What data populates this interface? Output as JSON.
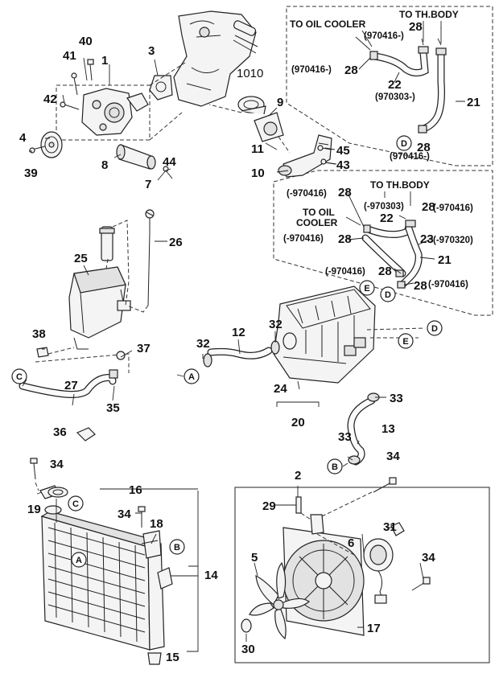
{
  "diagram": {
    "engine_label": "1010",
    "oil_cooler_notes": [
      "TO OIL COOLER",
      "TO OIL\nCOOLER"
    ],
    "throttle_notes": [
      "TO TH.BODY",
      "TO TH.BODY"
    ],
    "date_codes": {
      "c970416_a": "(970416-)",
      "c970416_b": "(970416-)",
      "c970303": "(970303-)",
      "c970416_c": "(970416-)",
      "d970416_a": "(-970416)",
      "d970303": "(-970303)",
      "d970416_b": "(-970416)",
      "d970416_c": "(-970416)",
      "d970416_d": "(-970416)",
      "d970320": "(-970320)",
      "d970416_e": "(-970416)"
    },
    "refs": {
      "A": "A",
      "B": "B",
      "C": "C",
      "D": "D",
      "E": "E"
    },
    "parts": {
      "p1": "1",
      "p2": "2",
      "p3": "3",
      "p4": "4",
      "p5": "5",
      "p6": "6",
      "p7": "7",
      "p8": "8",
      "p9": "9",
      "p10": "10",
      "p11": "11",
      "p12": "12",
      "p13": "13",
      "p14": "14",
      "p15": "15",
      "p16": "16",
      "p17": "17",
      "p18": "18",
      "p19": "19",
      "p20": "20",
      "p21": "21",
      "p22": "22",
      "p23": "23",
      "p24": "24",
      "p25": "25",
      "p26": "26",
      "p27": "27",
      "p28": "28",
      "p29": "29",
      "p30": "30",
      "p31": "31",
      "p32": "32",
      "p33": "33",
      "p34": "34",
      "p35": "35",
      "p36": "36",
      "p37": "37",
      "p38": "38",
      "p39": "39",
      "p40": "40",
      "p41": "41",
      "p42": "42",
      "p43": "43",
      "p44": "44",
      "p45": "45"
    }
  }
}
